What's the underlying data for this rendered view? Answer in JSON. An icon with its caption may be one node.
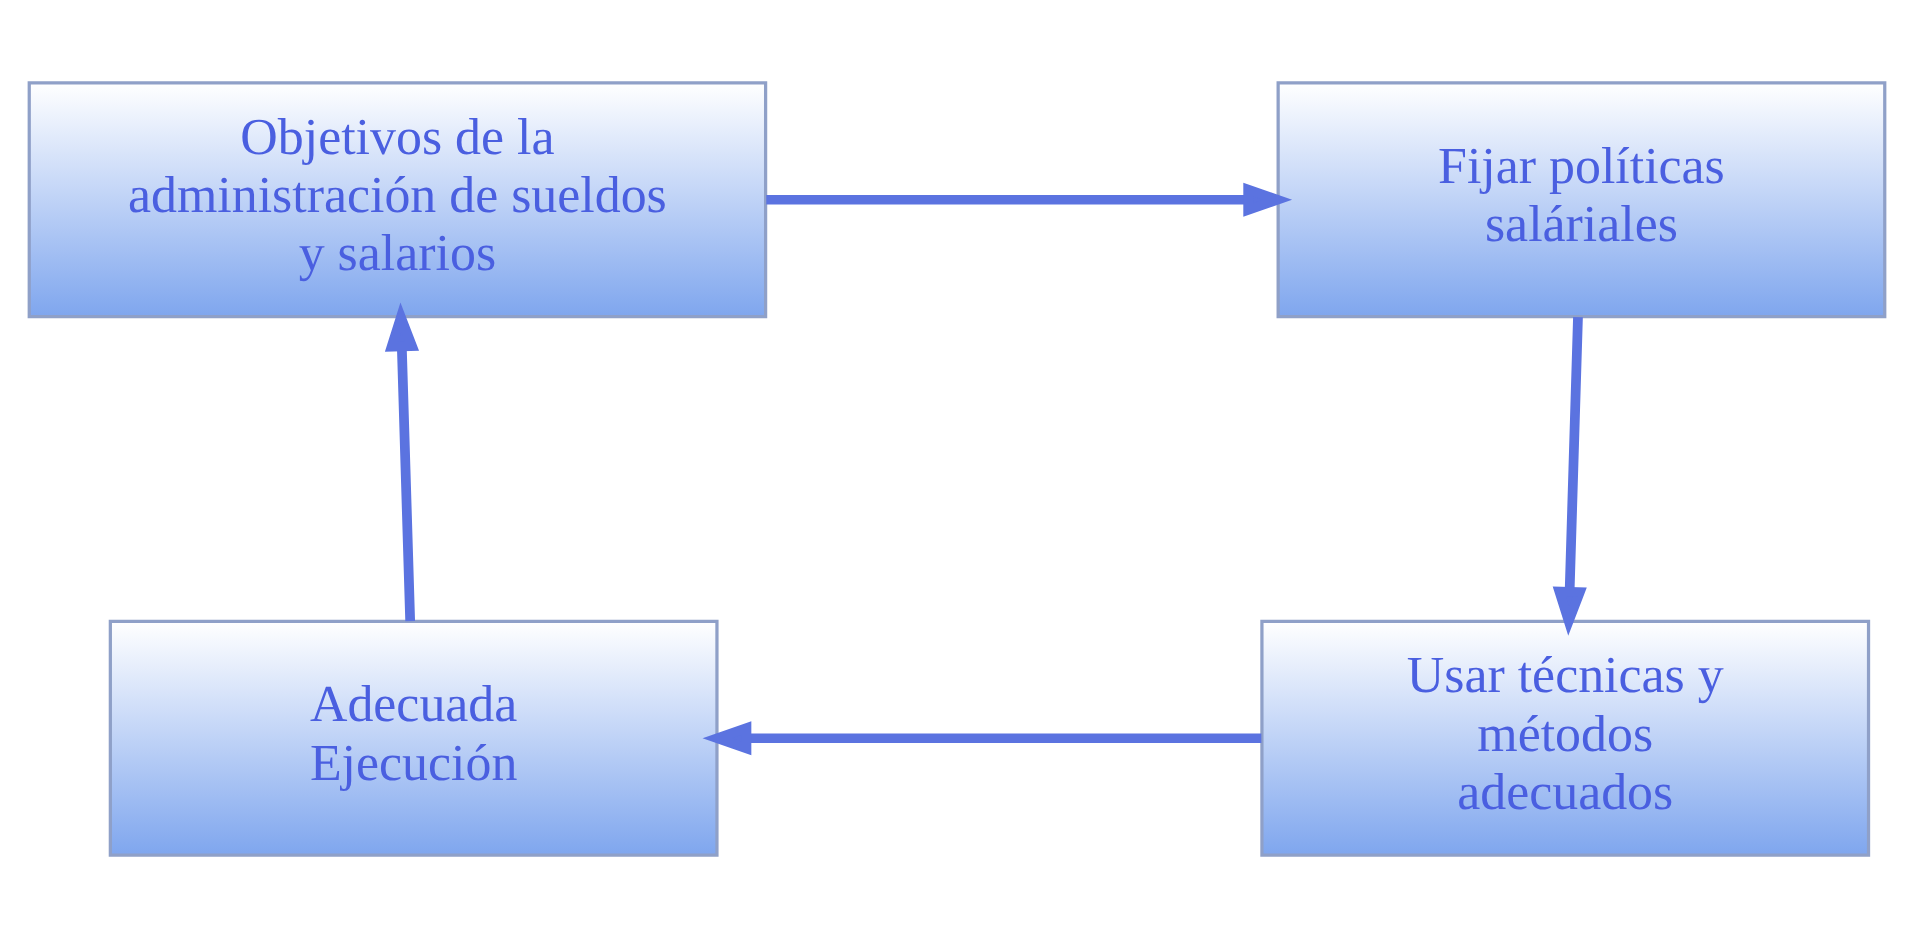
{
  "diagram": {
    "nodes": [
      {
        "text": [
          "Objetivos de la administración de sueldos y salarios"
        ]
      },
      {
        "text": [
          "Fijar políticas saláriales"
        ]
      },
      {
        "text": [
          "Usar técnicas y métodos adecuados"
        ]
      },
      {
        "text": [
          "Adecuada Ejecución"
        ]
      }
    ],
    "edges": [
      {
        "from": 0,
        "to": 1,
        "arrow": "to"
      },
      {
        "from": 1,
        "to": 2,
        "arrow": "to"
      },
      {
        "from": 2,
        "to": 3,
        "arrow": "to"
      },
      {
        "from": 3,
        "to": 0,
        "arrow": "to"
      }
    ]
  }
}
